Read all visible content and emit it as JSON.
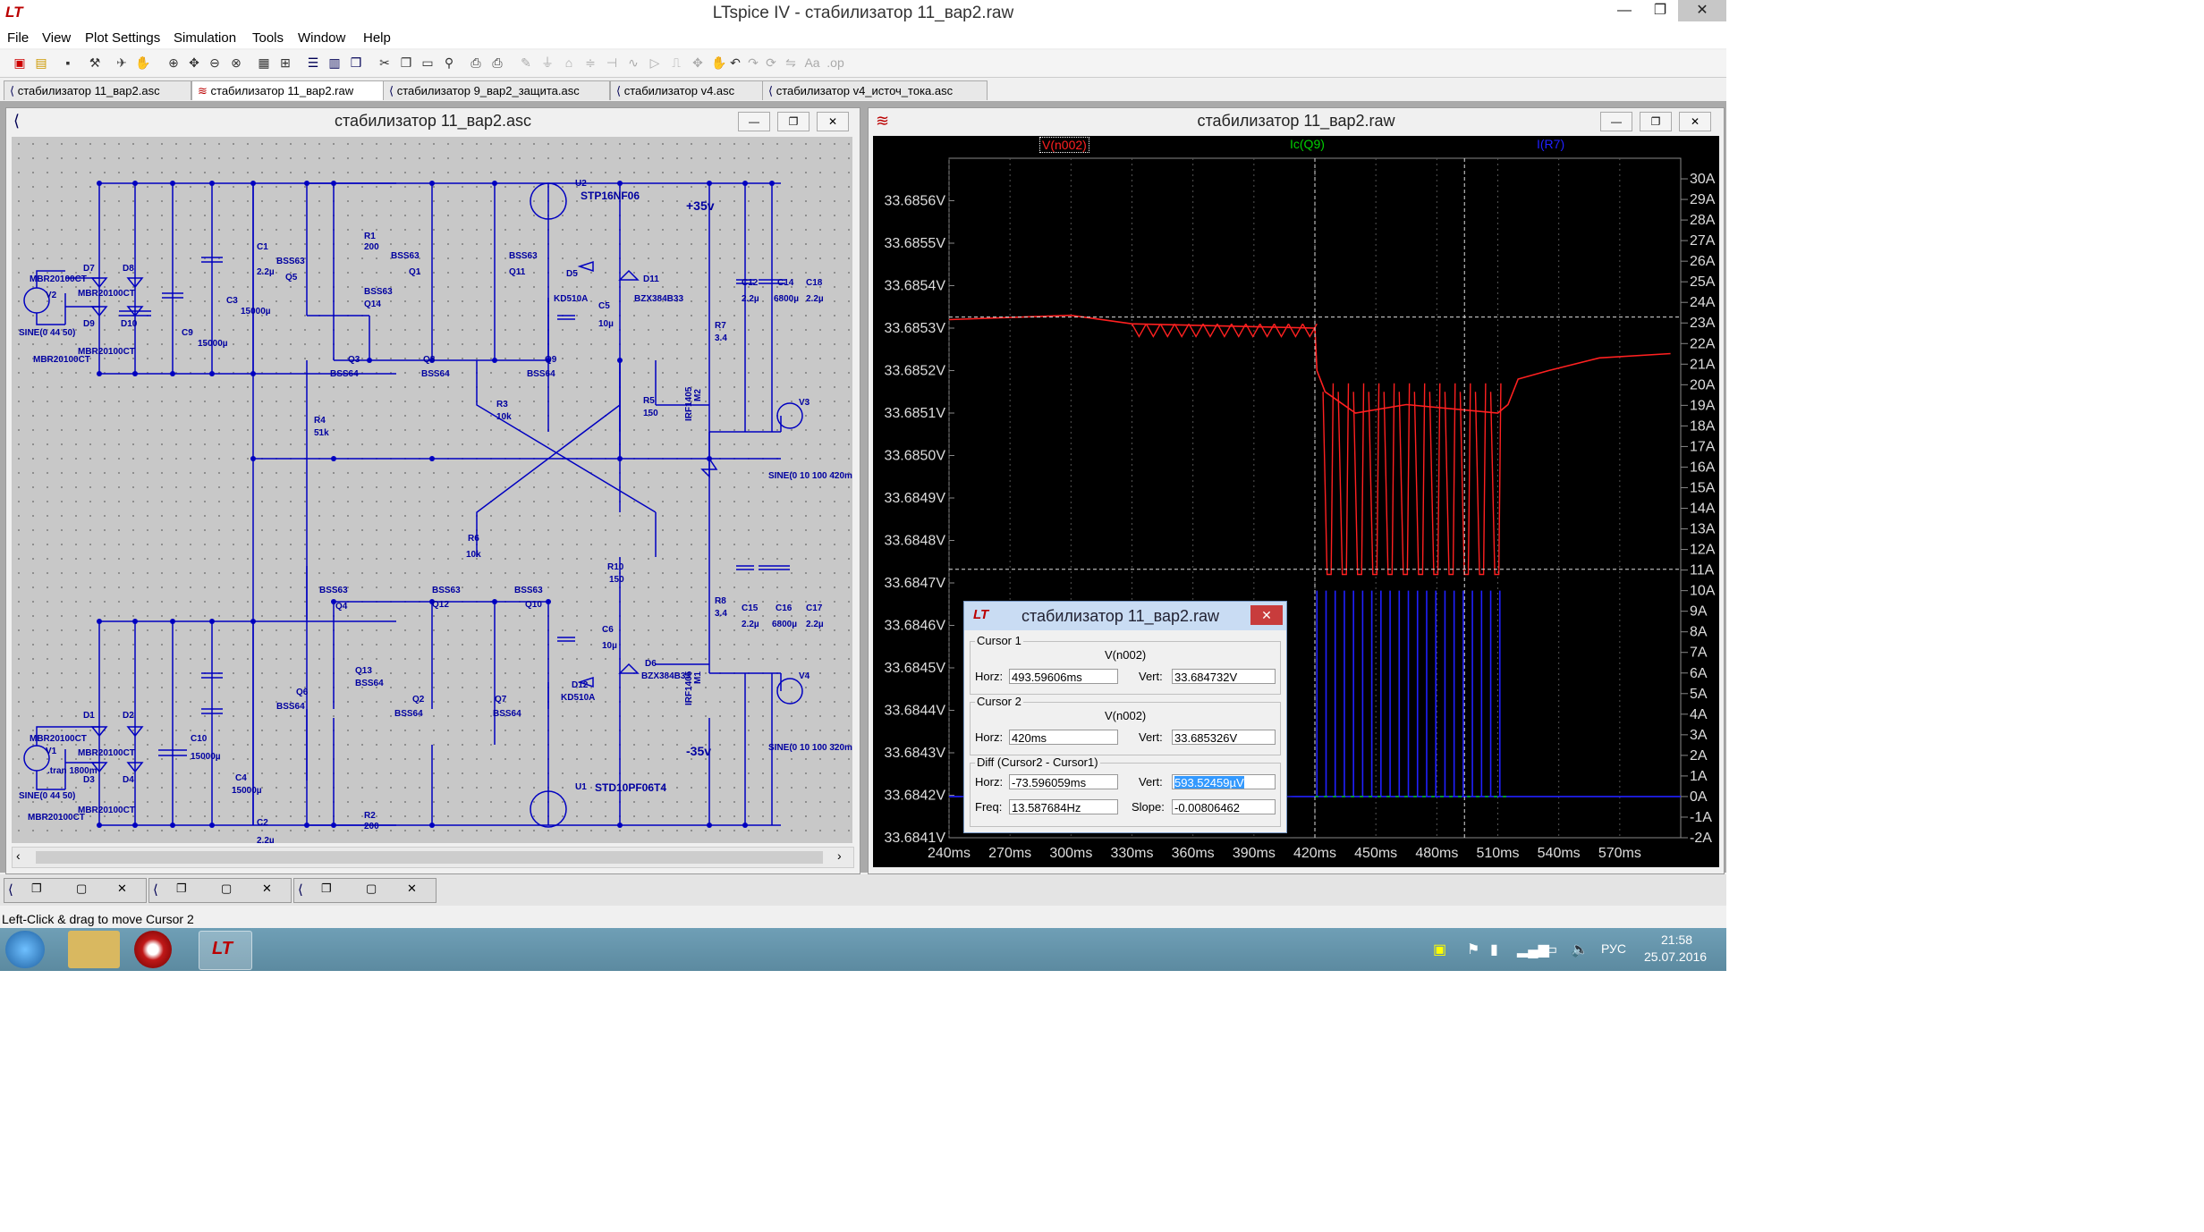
{
  "window": {
    "title": "LTspice IV - стабилизатор 11_вар2.raw",
    "min_label": "—",
    "max_label": "❐",
    "close_label": "✕"
  },
  "menu": [
    "File",
    "View",
    "Plot Settings",
    "Simulation",
    "Tools",
    "Window",
    "Help"
  ],
  "tabs": [
    {
      "label": "стабилизатор 11_вар2.asc",
      "icon": "schematic-icon"
    },
    {
      "label": "стабилизатор 11_вар2.raw",
      "icon": "waveform-icon"
    },
    {
      "label": "стабилизатор 9_вар2_защита.asc",
      "icon": "schematic-icon"
    },
    {
      "label": "стабилизатор v4.asc",
      "icon": "schematic-icon"
    },
    {
      "label": "стабилизатор v4_источ_тока.asc",
      "icon": "schematic-icon"
    }
  ],
  "schematic": {
    "title": "стабилизатор 11_вар2.asc",
    "labels": {
      "u2": "U2",
      "stp16": "STP16NF06",
      "plus35": "+35v",
      "minus35": "-35v",
      "std10": "STD10PF06T4",
      "u1": "U1",
      "tran": ".tran 1800m",
      "v2": "V2",
      "v2src": "SINE(0 44 50)",
      "v1": "V1",
      "v1src": "SINE(0 44 50)",
      "v3": "V3",
      "v3src": "SINE(0 10 100 420m)",
      "v4": "V4",
      "v4src": "SINE(0 10 100 320m)",
      "mbr": "MBR20100CT",
      "d7": "D7",
      "d8": "D8",
      "d9": "D9",
      "d10": "D10",
      "d1": "D1",
      "d2": "D2",
      "d3": "D3",
      "d4": "D4",
      "c1": "C1",
      "c1v": "2.2µ",
      "c3": "C3",
      "c3v": "15000µ",
      "c9": "C9",
      "c9v": "15000µ",
      "c10": "C10",
      "c10v": "15000µ",
      "c4": "C4",
      "c4v": "15000µ",
      "c2": "C2",
      "c2v": "2.2µ",
      "r1": "R1",
      "r1v": "200",
      "r2": "R2",
      "r2v": "200",
      "r4": "R4",
      "r4v": "51k",
      "r3": "R3",
      "r3v": "10k",
      "r6": "R6",
      "r6v": "10k",
      "r5": "R5",
      "r5v": "150",
      "r10": "R10",
      "r10v": "150",
      "r7": "R7",
      "r7v": "3.4",
      "r8": "R8",
      "r8v": "3.4",
      "q5": "Q5",
      "q14": "Q14",
      "q1": "Q1",
      "q11": "Q11",
      "q3": "Q3",
      "q8": "Q8",
      "q9": "Q9",
      "q4": "Q4",
      "q12": "Q12",
      "q10": "Q10",
      "q13": "Q13",
      "q6": "Q6",
      "q2": "Q2",
      "q7": "Q7",
      "bss63": "BSS63",
      "bss64": "BSS64",
      "d5": "D5",
      "d5v": "KD510A",
      "d12": "D12",
      "d12v": "KD510A",
      "d11": "D11",
      "d11v": "BZX384B33",
      "d6": "D6",
      "d6v": "BZX384B33",
      "c5": "C5",
      "c5v": "10µ",
      "c6": "C6",
      "c6v": "10µ",
      "c12": "C12",
      "c12v": "2.2µ",
      "c14": "C14",
      "c14v": "6800µ",
      "c18": "C18",
      "c18v": "2.2µ",
      "c15": "C15",
      "c15v": "2.2µ",
      "c16": "C16",
      "c16v": "6800µ",
      "c17": "C17",
      "c17v": "2.2µ",
      "m2": "M2",
      "m1": "M1",
      "irf": "IRF1405"
    }
  },
  "plot": {
    "title": "стабилизатор 11_вар2.raw",
    "traces": [
      {
        "name": "V(n002)",
        "color": "#ff2020"
      },
      {
        "name": "Ic(Q9)",
        "color": "#00d000"
      },
      {
        "name": "I(R7)",
        "color": "#2020ff"
      }
    ],
    "y_left": [
      "33.6856V",
      "33.6855V",
      "33.6854V",
      "33.6853V",
      "33.6852V",
      "33.6851V",
      "33.6850V",
      "33.6849V",
      "33.6848V",
      "33.6847V",
      "33.6846V",
      "33.6845V",
      "33.6844V",
      "33.6843V",
      "33.6842V",
      "33.6841V"
    ],
    "y_right": [
      "30A",
      "29A",
      "28A",
      "27A",
      "26A",
      "25A",
      "24A",
      "23A",
      "22A",
      "21A",
      "20A",
      "19A",
      "18A",
      "17A",
      "16A",
      "15A",
      "14A",
      "13A",
      "12A",
      "11A",
      "10A",
      "9A",
      "8A",
      "7A",
      "6A",
      "5A",
      "4A",
      "3A",
      "2A",
      "1A",
      "0A",
      "-1A",
      "-2A"
    ],
    "x": [
      "240ms",
      "270ms",
      "300ms",
      "330ms",
      "360ms",
      "390ms",
      "420ms",
      "450ms",
      "480ms",
      "510ms",
      "540ms",
      "570ms"
    ]
  },
  "chart_data": {
    "type": "line",
    "title": "",
    "xlabel": "",
    "ylabel": "",
    "xlim": [
      240,
      600
    ],
    "ylim": [
      33.6841,
      33.6857
    ],
    "y2lim": [
      -2,
      31
    ],
    "series": [
      {
        "name": "V(n002)",
        "axis": "left",
        "x": [
          240,
          300,
          330,
          420,
          421,
          425,
          440,
          465,
          510,
          515,
          520,
          535,
          560,
          595
        ],
        "y": [
          33.68532,
          33.68533,
          33.68531,
          33.6853,
          33.6852,
          33.68515,
          33.6851,
          33.68512,
          33.6851,
          33.68512,
          33.68518,
          33.6852,
          33.68523,
          33.68524
        ]
      },
      {
        "name": "V(n002) spikes",
        "axis": "left",
        "x": [
          425,
          430,
          440,
          445,
          455,
          460,
          470,
          475,
          485,
          490,
          500,
          505,
          512
        ],
        "y": [
          33.6849,
          33.68475,
          33.68472,
          33.68475,
          33.68472,
          33.68475,
          33.68472,
          33.68475,
          33.68472,
          33.68475,
          33.68472,
          33.68475,
          33.68472
        ]
      },
      {
        "name": "I(R7)",
        "axis": "right",
        "x": [
          240,
          420,
          421,
          425,
          430,
          440,
          450,
          460,
          470,
          480,
          490,
          500,
          510,
          513,
          600
        ],
        "y": [
          0,
          0,
          10,
          0,
          10,
          0,
          10,
          0,
          10,
          0,
          10,
          0,
          10,
          0,
          0
        ]
      },
      {
        "name": "Ic(Q9)",
        "axis": "right",
        "x": [
          240,
          600
        ],
        "y": [
          0,
          0
        ]
      }
    ],
    "cursors": {
      "cursor1_x": 493.59606,
      "cursor1_y": 33.684732,
      "cursor2_x": 420,
      "cursor2_y": 33.685326
    }
  },
  "cursor_dialog": {
    "title": "стабилизатор 11_вар2.raw",
    "cursor1": {
      "legend": "Cursor 1",
      "trace": "V(n002)",
      "horz_label": "Horz:",
      "horz": "493.59606ms",
      "vert_label": "Vert:",
      "vert": "33.684732V"
    },
    "cursor2": {
      "legend": "Cursor 2",
      "trace": "V(n002)",
      "horz_label": "Horz:",
      "horz": "420ms",
      "vert_label": "Vert:",
      "vert": "33.685326V"
    },
    "diff": {
      "legend": "Diff (Cursor2 - Cursor1)",
      "horz_label": "Horz:",
      "horz": "-73.596059ms",
      "vert_label": "Vert:",
      "vert": "593.52459µV",
      "freq_label": "Freq:",
      "freq": "13.587684Hz",
      "slope_label": "Slope:",
      "slope": "-0.00806462"
    }
  },
  "status": "Left-Click & drag to move Cursor 2",
  "tray": {
    "lang": "РУС",
    "time": "21:58",
    "date": "25.07.2016"
  }
}
